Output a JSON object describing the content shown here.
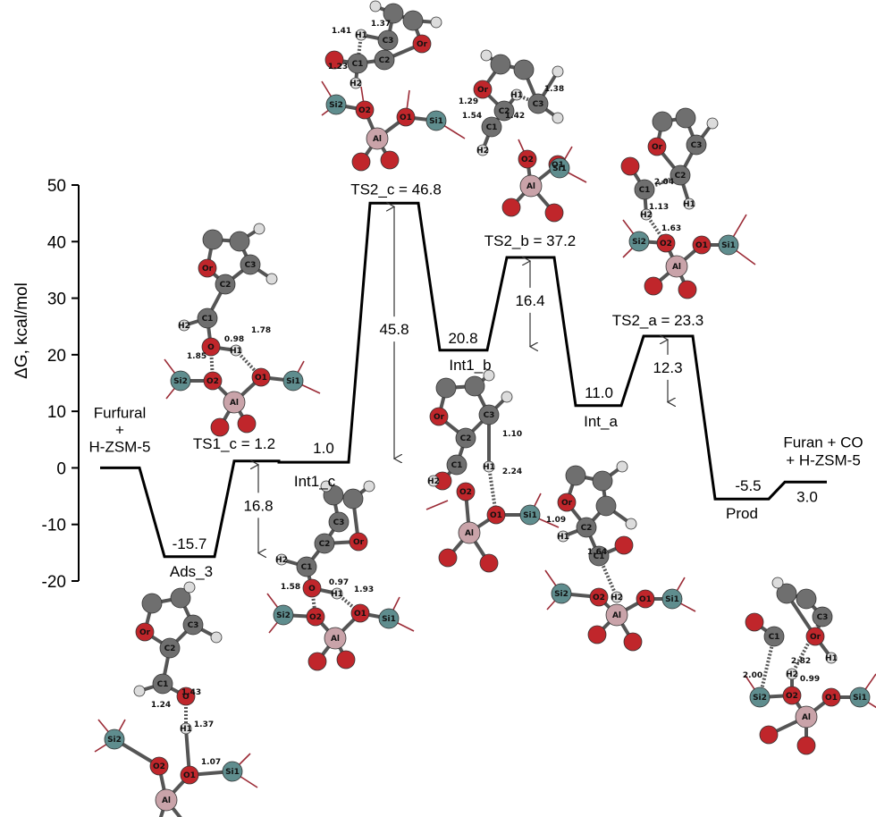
{
  "chart_data": {
    "type": "line",
    "ylabel": "ΔG, kcal/mol",
    "ylim": [
      -20,
      50
    ],
    "yticks": [
      "50",
      "40",
      "30",
      "20",
      "10",
      "0",
      "-10",
      "-20"
    ],
    "levels": [
      {
        "id": "furfural",
        "value": 0.0,
        "label_lines": [
          "Furfural",
          "+",
          "H-ZSM-5"
        ]
      },
      {
        "id": "ads3",
        "value": -15.7,
        "value_label": "-15.7",
        "name": "Ads_3"
      },
      {
        "id": "ts1c",
        "value": 1.2,
        "label": "TS1_c = 1.2"
      },
      {
        "id": "int1c",
        "value": 1.0,
        "value_label": "1.0",
        "name": "Int1_c"
      },
      {
        "id": "ts2c",
        "value": 46.8,
        "label": "TS2_c = 46.8"
      },
      {
        "id": "int1b",
        "value": 20.8,
        "value_label": "20.8",
        "name": "Int1_b"
      },
      {
        "id": "ts2b",
        "value": 37.2,
        "label": "TS2_b = 37.2"
      },
      {
        "id": "inta",
        "value": 11.0,
        "value_label": "11.0",
        "name": "Int_a"
      },
      {
        "id": "ts2a",
        "value": 23.3,
        "label": "TS2_a = 23.3"
      },
      {
        "id": "prod",
        "value": -5.5,
        "value_label": "-5.5",
        "name": "Prod"
      },
      {
        "id": "final",
        "value": -2.5,
        "value_label": "3.0",
        "label_lines": [
          "Furan + CO",
          "+ H-ZSM-5"
        ]
      }
    ],
    "barriers": [
      {
        "label": "16.8",
        "from": -15.7,
        "to": 1.2
      },
      {
        "label": "45.8",
        "from": 1.0,
        "to": 46.8
      },
      {
        "label": "16.4",
        "from": 20.8,
        "to": 37.2
      },
      {
        "label": "12.3",
        "from": 11.0,
        "to": 23.3
      }
    ]
  },
  "structures": {
    "ads3": {
      "atoms": [
        "Or",
        "C3",
        "C2",
        "C1",
        "O",
        "H1",
        "O2",
        "O1",
        "Si2",
        "Si1",
        "Al"
      ],
      "distances": [
        "1.43",
        "1.24",
        "1.37",
        "1.07"
      ]
    },
    "ts1c": {
      "atoms": [
        "Or",
        "C3",
        "C2",
        "C1",
        "H2",
        "O",
        "H1",
        "O2",
        "O1",
        "Si2",
        "Si1",
        "Al"
      ],
      "distances": [
        "1.85",
        "0.98",
        "1.78"
      ]
    },
    "int1c": {
      "atoms": [
        "C3",
        "C2",
        "Or",
        "C1",
        "H2",
        "O",
        "H1",
        "O2",
        "O1",
        "Si2",
        "Si1",
        "Al"
      ],
      "distances": [
        "1.58",
        "0.97",
        "1.93"
      ]
    },
    "ts2c": {
      "atoms": [
        "H1",
        "C3",
        "C2",
        "Or",
        "C1",
        "H2",
        "O2",
        "O1",
        "Si2",
        "Si1",
        "Al"
      ],
      "distances": [
        "1.41",
        "1.37",
        "1.23"
      ]
    },
    "int1b": {
      "atoms": [
        "Or",
        "C2",
        "C3",
        "C1",
        "H2",
        "O2",
        "H1",
        "O1",
        "Si1",
        "Al"
      ],
      "distances": [
        "1.10",
        "2.24"
      ]
    },
    "ts2b": {
      "atoms": [
        "Or",
        "H1",
        "C2",
        "C3",
        "C1",
        "H2",
        "O2",
        "O1",
        "Si1",
        "Al"
      ],
      "distances": [
        "1.29",
        "1.38",
        "1.54",
        "1.42"
      ]
    },
    "inta": {
      "atoms": [
        "Or",
        "C2",
        "H1",
        "C1",
        "O2",
        "H2",
        "O1",
        "Si2",
        "Si1",
        "Al"
      ],
      "distances": [
        "1.09",
        "1.64"
      ]
    },
    "ts2a": {
      "atoms": [
        "Or",
        "C1",
        "C2",
        "C3",
        "H1",
        "H2",
        "Si2",
        "O2",
        "O1",
        "Si1",
        "Al"
      ],
      "distances": [
        "2.04",
        "1.13",
        "1.63"
      ]
    },
    "prod": {
      "atoms": [
        "C1",
        "C3",
        "Or",
        "H1",
        "H2",
        "O2",
        "O1",
        "Si2",
        "Si1",
        "Al"
      ],
      "distances": [
        "2.00",
        "2.82",
        "0.99"
      ]
    }
  }
}
